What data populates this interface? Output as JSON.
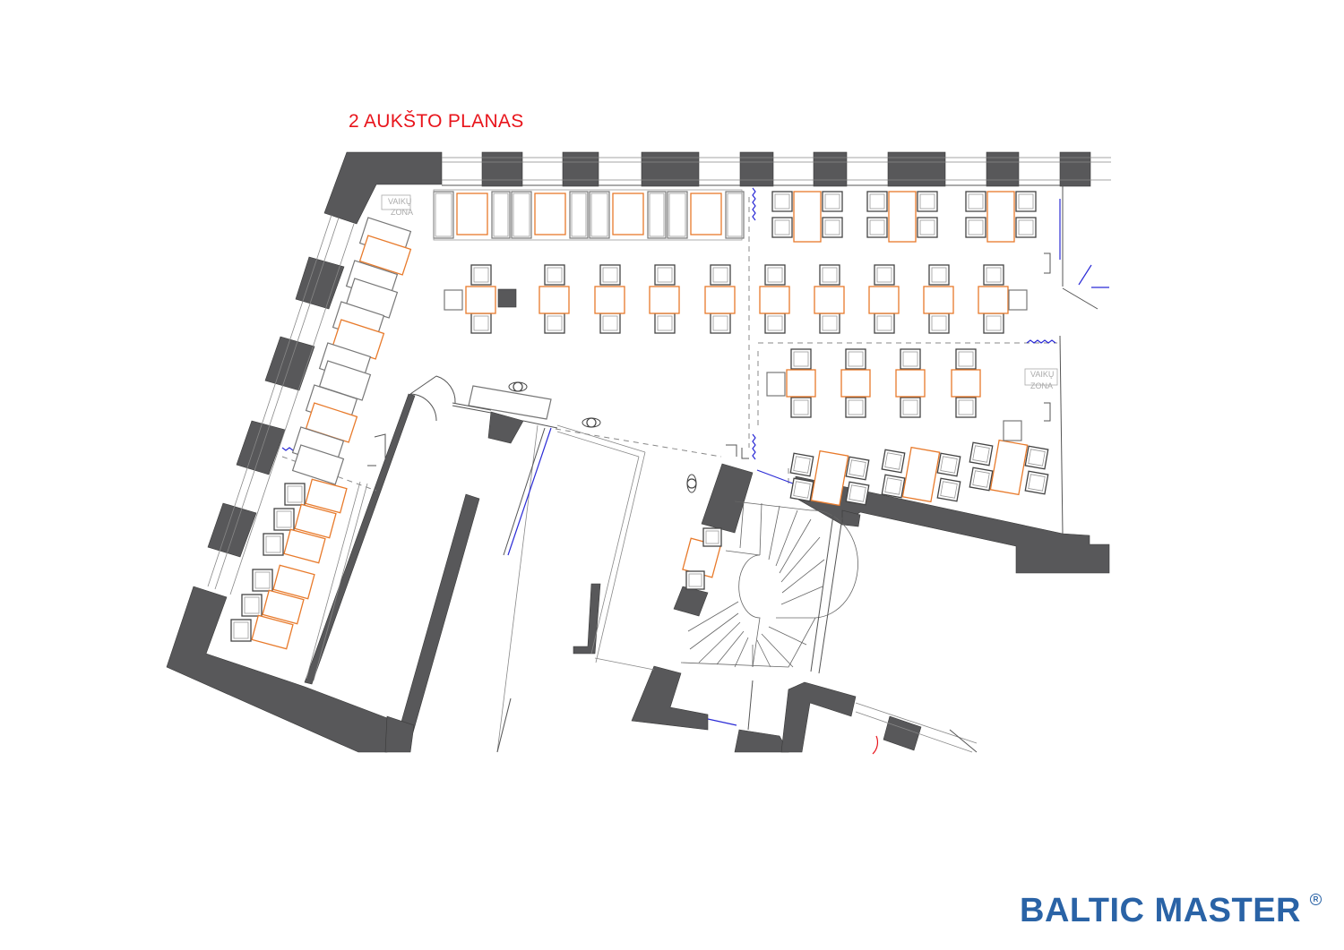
{
  "title": "2 AUKŠTO PLANAS",
  "brand": {
    "name": "BALTIC MASTER",
    "mark": "R"
  },
  "zones": [
    {
      "line1": "VAIKŲ",
      "line2": "ZONA"
    },
    {
      "line1": "VAIKŲ",
      "line2": "ZONA"
    }
  ],
  "colors": {
    "title": "#e8141b",
    "brand": "#2a63a6",
    "wall": "#58585a",
    "table_accent": "#e87a2b",
    "water_feature": "#2b2bd6"
  }
}
